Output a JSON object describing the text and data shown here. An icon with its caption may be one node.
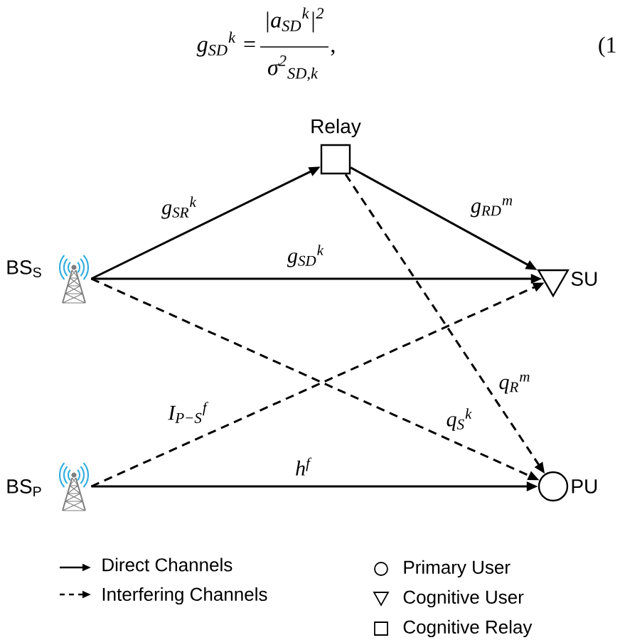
{
  "diagram": {
    "nodes": [
      {
        "text": [],
        "shape": "box",
        "beside": [
          "Relay"
        ]
      },
      {
        "text": [],
        "shape": "picture",
        "beside": [
          "BS$_{S}$"
        ]
      },
      {
        "text": [],
        "shape": "triangle",
        "beside": [
          "SU"
        ]
      },
      {
        "text": [],
        "shape": "picture",
        "beside": [
          "BS$_{P}$"
        ]
      },
      {
        "text": [],
        "shape": "circle",
        "beside": [
          "PU"
        ]
      }
    ],
    "edges": [
      {
        "from": 1,
        "to": 0,
        "arrow": "to",
        "label": "g$_{SR}$$^{k}$"
      },
      {
        "from": 0,
        "to": 2,
        "arrow": "to",
        "label": "g$_{RD}$$^{m}$"
      },
      {
        "from": 1,
        "to": 2,
        "arrow": "to",
        "label": "g$_{SD}$$^{k}$"
      },
      {
        "from": 0,
        "to": 4,
        "arrow": "to",
        "style": "dashed",
        "label": "q$_{R}$$^{m}$"
      },
      {
        "from": 1,
        "to": 4,
        "arrow": "to",
        "style": "dashed",
        "label": "q$_{S}$$^{k}$"
      },
      {
        "from": 3,
        "to": 2,
        "arrow": "to",
        "style": "dashed",
        "label": "I$_{P−S}$$^{f}$"
      },
      {
        "from": 3,
        "to": 4,
        "arrow": "to",
        "label": "h$^{f}$"
      }
    ],
    "labels": [
      "g$_{SD}$$^{k}$ =",
      "|a$_{SD}$$^{k}$|$^{2}$",
      "σ$^{2}$$_{SD,k}$",
      ",",
      "(1"
    ],
    "legend": [
      {
        "text": "Direct Channels"
      },
      {
        "text": "Interfering Channels"
      },
      {
        "text": "Primary User"
      },
      {
        "text": "Cognitive User"
      },
      {
        "text": "Cognitive Relay"
      }
    ]
  }
}
